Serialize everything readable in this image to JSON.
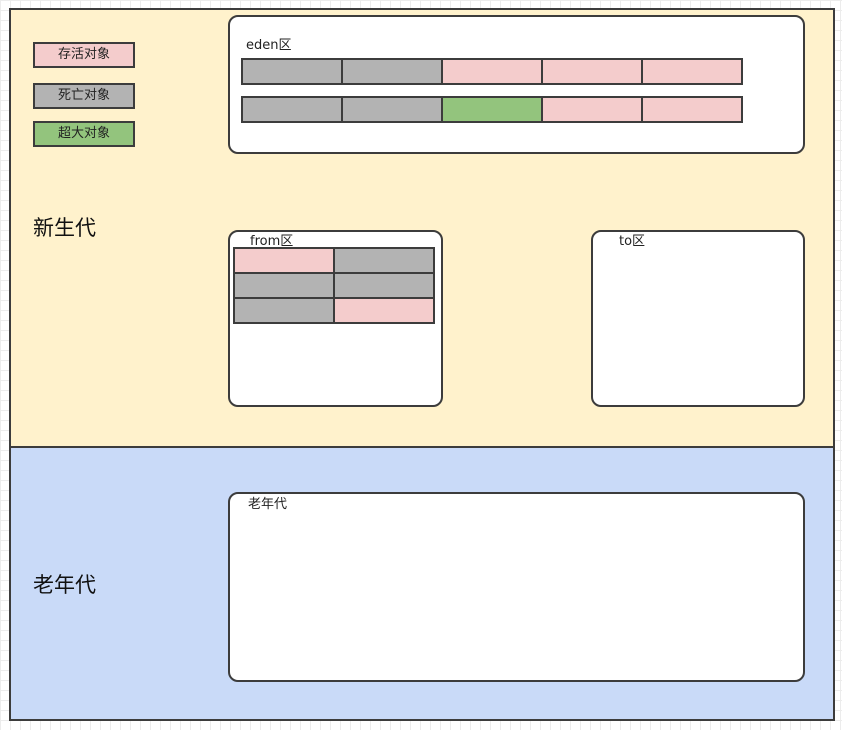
{
  "legend": [
    {
      "label": "存活对象",
      "color": "#f4cccc"
    },
    {
      "label": "死亡对象",
      "color": "#b3b3b3"
    },
    {
      "label": "超大对象",
      "color": "#93c47d"
    }
  ],
  "young_gen": {
    "label": "新生代",
    "color": "#fff2cc",
    "eden": {
      "label": "eden区",
      "rows": [
        [
          "dead",
          "dead",
          "alive",
          "alive",
          "alive"
        ],
        [
          "dead",
          "dead",
          "large",
          "alive",
          "alive"
        ]
      ]
    },
    "from": {
      "label": "from区",
      "rows": [
        [
          "alive",
          "dead"
        ],
        [
          "dead",
          "dead"
        ],
        [
          "dead",
          "alive"
        ]
      ]
    },
    "to": {
      "label": "to区"
    }
  },
  "old_gen": {
    "label": "老年代",
    "color": "#c9daf8",
    "area_label": "老年代"
  },
  "colors": {
    "alive": "#f4cccc",
    "dead": "#b3b3b3",
    "large": "#93c47d"
  }
}
